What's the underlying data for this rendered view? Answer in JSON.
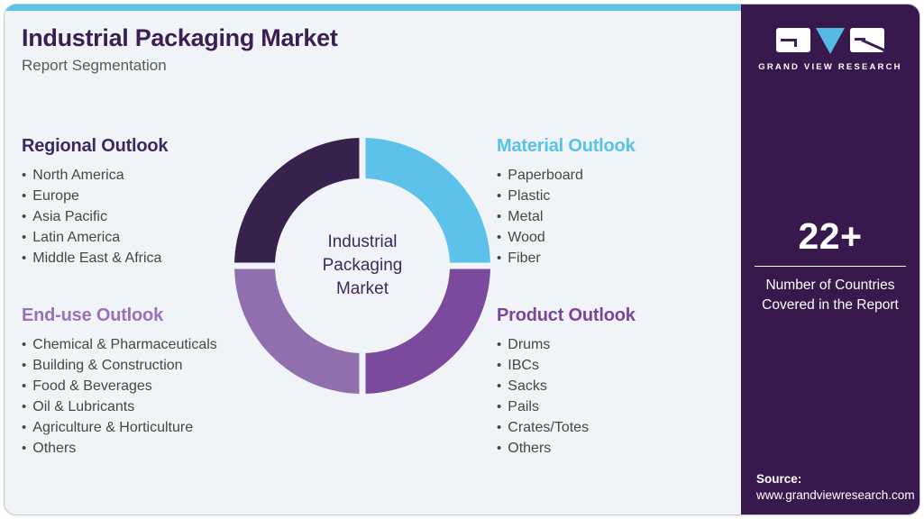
{
  "header": {
    "title": "Industrial Packaging Market",
    "subtitle": "Report Segmentation"
  },
  "colors": {
    "card_bg": "#f0f4f9",
    "top_strip": "#5bc2e9",
    "sidebar_bg": "#37194e",
    "title": "#3b1e52",
    "subtitle": "#58595b",
    "list_text": "#45454b"
  },
  "sections": [
    {
      "title": "Regional Outlook",
      "color": "#3b2a5e",
      "items": [
        "North America",
        "Europe",
        "Asia Pacific",
        "Latin America",
        "Middle East & Africa"
      ]
    },
    {
      "title": "Material Outlook",
      "color": "#55c3ea",
      "items": [
        "Paperboard",
        "Plastic",
        "Metal",
        "Wood",
        "Fiber"
      ]
    },
    {
      "title": "End-use Outlook",
      "color": "#9a70b6",
      "items": [
        "Chemical & Pharmaceuticals",
        "Building & Construction",
        "Food & Beverages",
        "Oil & Lubricants",
        "Agriculture & Horticulture",
        "Others"
      ]
    },
    {
      "title": "Product Outlook",
      "color": "#7b449c",
      "items": [
        "Drums",
        "IBCs",
        "Sacks",
        "Pails",
        "Crates/Totes",
        "Others"
      ]
    }
  ],
  "donut": {
    "center_label": "Industrial Packaging Market",
    "gap_color": "#f0f4f9",
    "segments": {
      "top_left": {
        "label": "Regional Outlook",
        "color": "#37214d"
      },
      "top_right": {
        "label": "Material Outlook",
        "color": "#5cc2e9"
      },
      "bottom_right": {
        "label": "Product Outlook",
        "color": "#7b4a9c"
      },
      "bottom_left": {
        "label": "End-use Outlook",
        "color": "#8f6fae"
      }
    }
  },
  "sidebar": {
    "brand_name": "GRAND VIEW RESEARCH",
    "stat": {
      "value": "22+",
      "label": "Number of Countries Covered in the Report"
    },
    "source": {
      "label": "Source:",
      "url": "www.grandviewresearch.com"
    }
  }
}
